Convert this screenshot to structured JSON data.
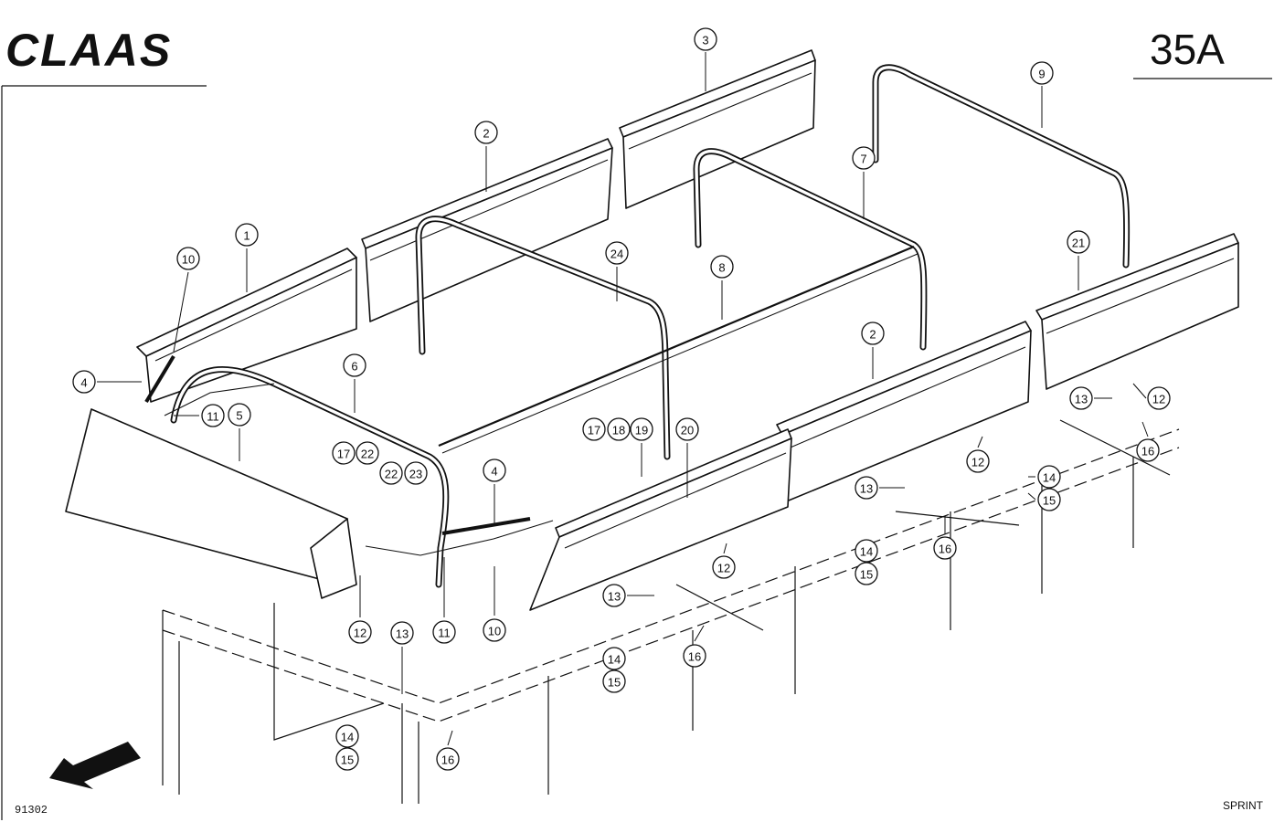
{
  "header": {
    "brand": "CLAAS",
    "page_code": "35A"
  },
  "footer": {
    "drawing_number": "91302",
    "model": "SPRINT"
  },
  "callouts": [
    {
      "id": "c-3-top",
      "label": "3"
    },
    {
      "id": "c-9",
      "label": "9"
    },
    {
      "id": "c-2-top",
      "label": "2"
    },
    {
      "id": "c-7",
      "label": "7"
    },
    {
      "id": "c-1",
      "label": "1"
    },
    {
      "id": "c-24",
      "label": "24"
    },
    {
      "id": "c-8",
      "label": "8"
    },
    {
      "id": "c-21",
      "label": "21"
    },
    {
      "id": "c-10-top",
      "label": "10"
    },
    {
      "id": "c-2-right",
      "label": "2"
    },
    {
      "id": "c-6",
      "label": "6"
    },
    {
      "id": "c-4-left",
      "label": "4"
    },
    {
      "id": "c-11-top",
      "label": "11"
    },
    {
      "id": "c-5",
      "label": "5"
    },
    {
      "id": "c-13-r1",
      "label": "13"
    },
    {
      "id": "c-12-r1",
      "label": "12"
    },
    {
      "id": "c-16-r1",
      "label": "16"
    },
    {
      "id": "c-17-a",
      "label": "17"
    },
    {
      "id": "c-18",
      "label": "18"
    },
    {
      "id": "c-19",
      "label": "19"
    },
    {
      "id": "c-20",
      "label": "20"
    },
    {
      "id": "c-12-r2",
      "label": "12"
    },
    {
      "id": "c-14-r1",
      "label": "14"
    },
    {
      "id": "c-15-r1",
      "label": "15"
    },
    {
      "id": "c-17-b",
      "label": "17"
    },
    {
      "id": "c-22-a",
      "label": "22"
    },
    {
      "id": "c-22-b",
      "label": "22"
    },
    {
      "id": "c-23",
      "label": "23"
    },
    {
      "id": "c-4-mid",
      "label": "4"
    },
    {
      "id": "c-13-r2",
      "label": "13"
    },
    {
      "id": "c-14-r2",
      "label": "14"
    },
    {
      "id": "c-15-r2",
      "label": "15"
    },
    {
      "id": "c-16-r2",
      "label": "16"
    },
    {
      "id": "c-12-r3",
      "label": "12"
    },
    {
      "id": "c-13-mid",
      "label": "13"
    },
    {
      "id": "c-16-mid",
      "label": "16"
    },
    {
      "id": "c-14-mid",
      "label": "14"
    },
    {
      "id": "c-15-mid",
      "label": "15"
    },
    {
      "id": "c-12-left",
      "label": "12"
    },
    {
      "id": "c-11-bot",
      "label": "11"
    },
    {
      "id": "c-10-bot",
      "label": "10"
    },
    {
      "id": "c-13-left",
      "label": "13"
    },
    {
      "id": "c-14-left",
      "label": "14"
    },
    {
      "id": "c-15-left",
      "label": "15"
    },
    {
      "id": "c-16-left",
      "label": "16"
    }
  ]
}
